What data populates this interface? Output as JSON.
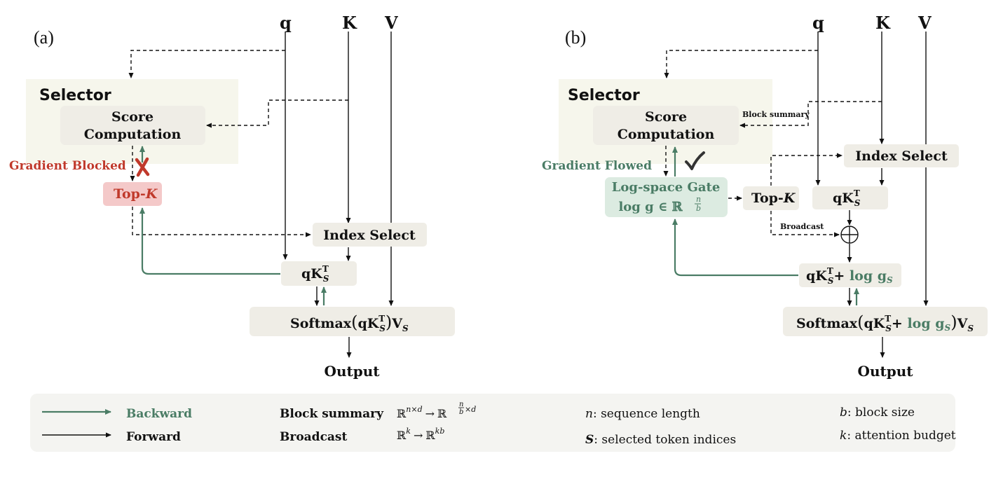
{
  "panel_a": {
    "label": "(a)",
    "inputs": [
      "q",
      "K",
      "V"
    ],
    "selector_title": "Selector",
    "score_line1": "Score",
    "score_line2": "Computation",
    "gradient_note": "Gradient  Blocked",
    "topk": "Top-",
    "topk_var": "K",
    "index_select": "Index  Select",
    "qk_main": "qK",
    "qk_sup": "T",
    "qk_sub": "S",
    "softmax_pre": "Softmax",
    "softmax_qk": "qK",
    "softmax_post": "V",
    "output": "Output"
  },
  "panel_b": {
    "label": "(b)",
    "inputs": [
      "q",
      "K",
      "V"
    ],
    "selector_title": "Selector",
    "score_line1": "Score",
    "score_line2": "Computation",
    "block_summary_label": "Block summary",
    "gradient_note": "Gradient  Flowed",
    "gate_line1": "Log-space Gate",
    "gate_line2": "log g ∈ ℝ",
    "gate_frac_num": "n",
    "gate_frac_den": "b",
    "topk": "Top-",
    "topk_var": "K",
    "index_select": "Index  Select",
    "qk_main": "qK",
    "broadcast_label": "Broadcast",
    "qk_plus_main": "qK",
    "qk_plus_log": "log g",
    "softmax_pre": "Softmax",
    "softmax_log": "log g",
    "softmax_post": "V",
    "output": "Output"
  },
  "legend": {
    "backward": "Backward",
    "forward": "Forward",
    "block_summary": "Block summary",
    "block_summary_math_from": "ℝ",
    "block_summary_math_from_sup": "n×d",
    "block_summary_arrow": "→",
    "block_summary_math_to": "ℝ",
    "block_summary_to_sup_num": "n",
    "block_summary_to_sup_den": "b",
    "block_summary_to_sup_tail": "×d",
    "broadcast": "Broadcast",
    "broadcast_math_from": "ℝ",
    "broadcast_math_from_sup": "k",
    "broadcast_math_to": "ℝ",
    "broadcast_math_to_sup": "kb",
    "n_var": "n",
    "n_desc": ": sequence length",
    "s_var": "S",
    "s_desc": ": selected token indices",
    "b_var": "b",
    "b_desc": ": block size",
    "k_var": "k",
    "k_desc": ": attention budget"
  },
  "colors": {
    "green": "#4a7c65",
    "red": "#c0392b",
    "box_fill": "#efede6",
    "selector_bg": "#f6f6ec",
    "topk_red_fill": "#f4c9c9",
    "gate_fill": "#dcebe1",
    "legend_bg": "#f4f4f1"
  }
}
